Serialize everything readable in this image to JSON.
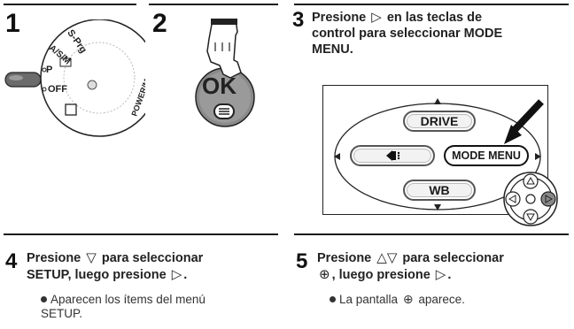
{
  "steps": {
    "s1": {
      "number": "1"
    },
    "s2": {
      "number": "2",
      "ok_label": "OK"
    },
    "s3": {
      "number": "3",
      "line1_pre": "Presione",
      "line1_glyph": "▷",
      "line1_post": "en las teclas de",
      "line2": "control para seleccionar MODE",
      "line3": "MENU."
    },
    "s4": {
      "number": "4",
      "line1_pre": "Presione",
      "line1_glyph": "▽",
      "line1_post": "para seleccionar",
      "line2_pre": "SETUP, luego presione",
      "line2_glyph": "▷",
      "line2_post": ".",
      "bullet_line1": "Aparecen los ítems del menú",
      "bullet_line2": "SETUP."
    },
    "s5": {
      "number": "5",
      "line1_pre": "Presione",
      "line1_glyph": "△▽",
      "line1_post": "para seleccionar",
      "line2_glyph": "⊕",
      "line2_post": ", luego presione",
      "line2_glyph2": "▷",
      "line2_end": ".",
      "bullet_pre": "La pantalla",
      "bullet_glyph": "⊕",
      "bullet_post": "aparece."
    }
  },
  "dial": {
    "labels": [
      "S-Prg",
      "A/S/M",
      "P",
      "OFF",
      "POWER/MODE DIAL"
    ]
  },
  "menu": {
    "drive": "DRIVE",
    "mode_menu": "MODE MENU",
    "wb": "WB",
    "left_icon": "flash-icon"
  }
}
